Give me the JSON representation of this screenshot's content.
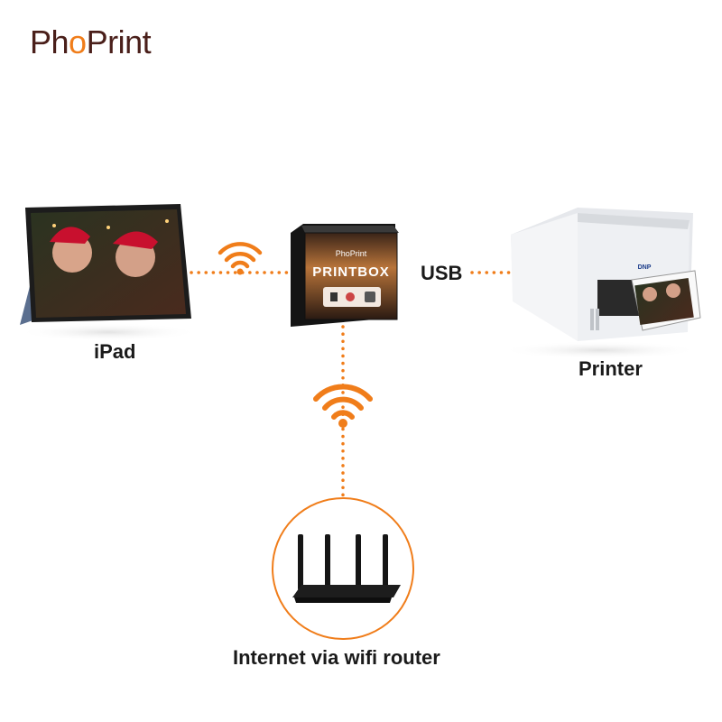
{
  "brand": {
    "prefix": "Ph",
    "o": "o",
    "suffix": "Print",
    "accent": "#f07d1a",
    "dark": "#4a1f1a"
  },
  "devices": {
    "ipad": {
      "label": "iPad"
    },
    "printbox": {
      "brand": "PhoPrint",
      "name": "PRINTBOX"
    },
    "printer": {
      "label": "Printer",
      "brand": "DNP"
    },
    "router": {
      "label": "Internet via wifi router"
    }
  },
  "connections": {
    "usb": "USB"
  },
  "icons": [
    "wifi-icon",
    "wifi-icon"
  ],
  "colors": {
    "line": "#f07d1a",
    "text": "#1a1a1a"
  }
}
